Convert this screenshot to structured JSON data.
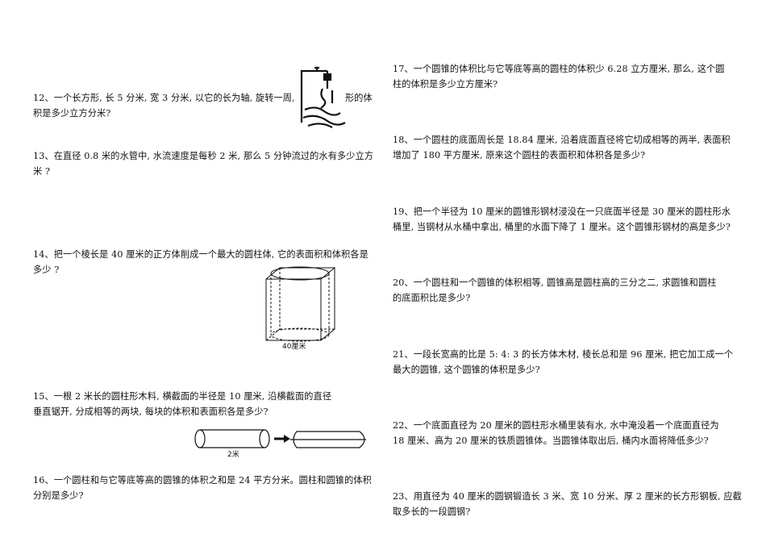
{
  "left": {
    "q12": {
      "lines": [
        "12、一个长方形, 长 5 分米, 宽 3 分米, 以它的长为轴, 旋转一周,",
        "积是多少立方分米?"
      ],
      "tail": "形的体"
    },
    "q13": {
      "lines": [
        "13、在直径 0.8 米的水管中, 水流速度是每秒 2 米, 那么 5 分钟流过的水有多少立方",
        "米 ?"
      ]
    },
    "q14": {
      "lines": [
        "14、把一个棱长是 40 厘米的正方体削成一个最大的圆柱体, 它的表面积和体积各是",
        "多少 ?"
      ]
    },
    "q14_figure_label": "40厘米",
    "q15": {
      "lines": [
        "15、一根 2 米长的圆柱形木料, 横截面的半径是 10 厘米, 沿横截面的直径",
        "垂直锯开, 分成相等的两块, 每块的体积和表面积各是多少?"
      ]
    },
    "q15_figure_label": "2米",
    "q16": {
      "lines": [
        "16、一个圆柱和与它等底等高的圆锥的体积之和是 24 平方分米。圆柱和圆锥的体积",
        "分别是多少?"
      ]
    }
  },
  "right": {
    "q17": {
      "lines": [
        "17、一个圆锥的体积比与它等底等高的圆柱的体积少 6.28 立方厘米, 那么, 这个圆",
        "柱的体积是多少立方厘米?"
      ]
    },
    "q18": {
      "lines": [
        "18、一个圆柱的底面周长是 18.84 厘米, 沿着底面直径将它切成相等的两半, 表面积",
        "增加了 180 平方厘米, 原来这个圆柱的表面积和体积各是多少?"
      ]
    },
    "q19": {
      "lines": [
        "19、把一个半径为 10 厘米的圆锥形钢材浸没在一只底面半径是 30 厘米的圆柱形水",
        "桶里, 当钢材从水桶中拿出, 桶里的水面下降了 1 厘米。这个圆锥形钢材的高是多少?"
      ]
    },
    "q20": {
      "lines": [
        "20、一个圆柱和一个圆锥的体积相等, 圆锥高是圆柱高的三分之二, 求圆锥和圆柱",
        "的底面积比是多少?"
      ]
    },
    "q21": {
      "lines": [
        "21、一段长宽高的比是 5: 4: 3 的长方体木材, 棱长总和是 96 厘米, 把它加工成一个",
        "最大的圆锥, 这个圆锥的体积是多少?"
      ]
    },
    "q22": {
      "lines": [
        "22、一个底面直径为 20 厘米的圆柱形水桶里装有水, 水中淹没着一个底面直径为",
        "18 厘米、高为 20 厘米的铁质圆锥体。当圆锥体取出后, 桶内水面将降低多少?"
      ]
    },
    "q23": {
      "lines": [
        "23、用直径为 40 厘米的圆钢锻造长 3 米、宽 10 分米、厚 2 厘米的长方形钢板, 应截",
        "取多长的一段圆钢?"
      ]
    }
  }
}
